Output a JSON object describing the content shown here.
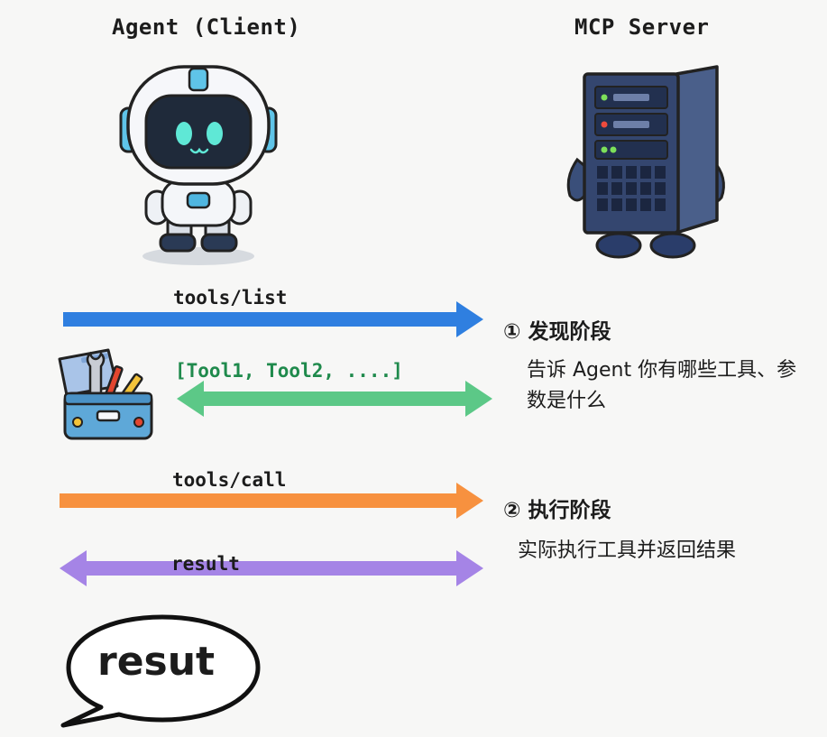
{
  "client": {
    "title": "Agent (Client)"
  },
  "server": {
    "title": "MCP Server"
  },
  "messages": [
    {
      "label": "tools/list",
      "direction": "right",
      "color": "#2f7fe0"
    },
    {
      "label": "[Tool1, Tool2, ....]",
      "direction": "both",
      "color": "#5cc887",
      "label_color": "#1f8a4c"
    },
    {
      "label": "tools/call",
      "direction": "right",
      "color": "#f7913f"
    },
    {
      "label": "result",
      "direction": "both",
      "color": "#a584e6"
    }
  ],
  "phases": [
    {
      "title": "① 发现阶段",
      "description": "告诉 Agent 你有哪些工具、参数是什么"
    },
    {
      "title": "② 执行阶段",
      "description": "实际执行工具并返回结果"
    }
  ],
  "bubble": {
    "text": "resut"
  },
  "icons": {
    "robot": "robot-icon",
    "server": "server-icon",
    "toolbox": "toolbox-icon",
    "bubble": "speech-bubble-icon"
  }
}
